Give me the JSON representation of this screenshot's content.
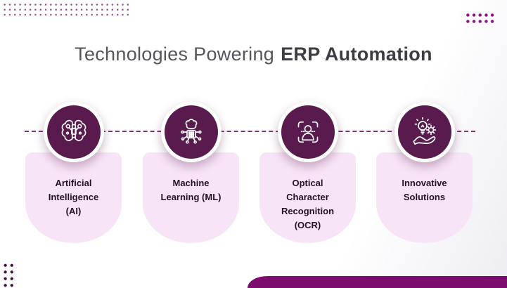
{
  "page": {
    "title_regular": "Technologies Powering",
    "title_bold": "ERP Automation"
  },
  "items": [
    {
      "label": "Artificial Intelligence (AI)",
      "icon": "ai-brain-icon"
    },
    {
      "label": "Machine Learning (ML)",
      "icon": "machine-learning-chip-icon"
    },
    {
      "label": "Optical Character Recognition (OCR)",
      "icon": "ocr-scan-person-icon"
    },
    {
      "label": "Innovative Solutions",
      "icon": "innovation-lightbulb-hand-icon"
    }
  ],
  "colors": {
    "circle_fill": "#591a4d",
    "card_fill": "#f8e4f7",
    "accent_bar": "#7c0d6e",
    "dashed_line": "#7b3370",
    "title_regular": "#56555e",
    "title_bold": "#3e3d45",
    "card_text": "#211325",
    "dot_grid": "#8c0f7e"
  }
}
